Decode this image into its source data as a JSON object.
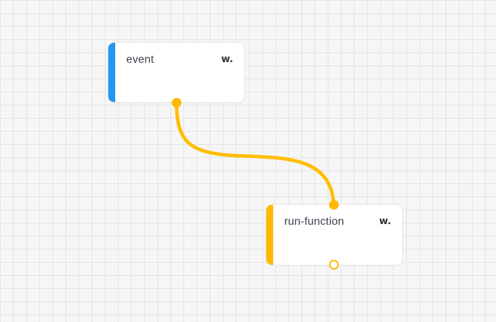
{
  "canvas": {
    "grid_color": "#e3e3e3",
    "background_color": "#f6f6f6",
    "connection_color": "#ffbd00"
  },
  "nodes": [
    {
      "id": "event",
      "title": "event",
      "brand_mark": "w.",
      "accent_color": "#2196f3"
    },
    {
      "id": "run-function",
      "title": "run-function",
      "brand_mark": "w.",
      "accent_color": "#ffb800"
    }
  ],
  "connections": [
    {
      "from": "event",
      "to": "run-function"
    }
  ]
}
